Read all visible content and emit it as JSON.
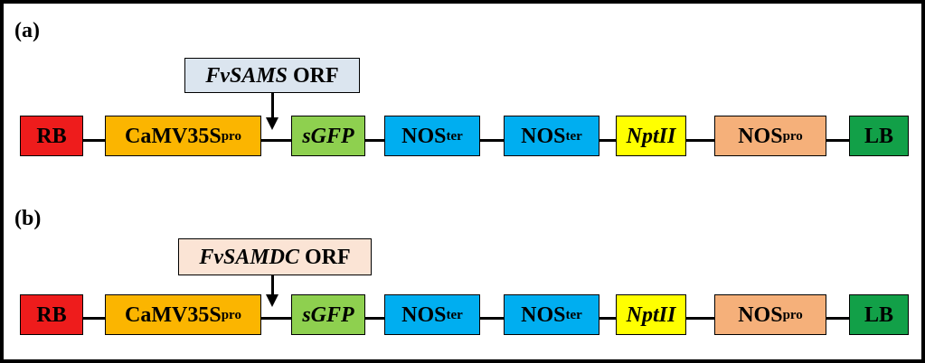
{
  "panels": [
    {
      "label": "(a)",
      "insert": {
        "gene": "FvSAMS",
        "suffix": " ORF",
        "color": "#dbe5ef"
      },
      "elements": [
        {
          "main": "RB",
          "sub": "",
          "italic": false,
          "color": "#ee1c1c"
        },
        {
          "main": "CaMV35S",
          "sub": "pro",
          "italic": false,
          "color": "#fbb500"
        },
        {
          "main": "sGFP",
          "sub": "",
          "italic": true,
          "color": "#8ed04f"
        },
        {
          "main": "NOS",
          "sub": "ter",
          "italic": false,
          "color": "#00aef0"
        },
        {
          "main": "NOS",
          "sub": "ter",
          "italic": false,
          "color": "#00aef0"
        },
        {
          "main": "NptII",
          "sub": "",
          "italic": true,
          "color": "#ffff00"
        },
        {
          "main": "NOS",
          "sub": "pro",
          "italic": false,
          "color": "#f5b07a"
        },
        {
          "main": "LB",
          "sub": "",
          "italic": false,
          "color": "#12a048"
        }
      ]
    },
    {
      "label": "(b)",
      "insert": {
        "gene": "FvSAMDC",
        "suffix": " ORF",
        "color": "#fbe4d5"
      },
      "elements": [
        {
          "main": "RB",
          "sub": "",
          "italic": false,
          "color": "#ee1c1c"
        },
        {
          "main": "CaMV35S",
          "sub": "pro",
          "italic": false,
          "color": "#fbb500"
        },
        {
          "main": "sGFP",
          "sub": "",
          "italic": true,
          "color": "#8ed04f"
        },
        {
          "main": "NOS",
          "sub": "ter",
          "italic": false,
          "color": "#00aef0"
        },
        {
          "main": "NOS",
          "sub": "ter",
          "italic": false,
          "color": "#00aef0"
        },
        {
          "main": "NptII",
          "sub": "",
          "italic": true,
          "color": "#ffff00"
        },
        {
          "main": "NOS",
          "sub": "pro",
          "italic": false,
          "color": "#f5b07a"
        },
        {
          "main": "LB",
          "sub": "",
          "italic": false,
          "color": "#12a048"
        }
      ]
    }
  ]
}
